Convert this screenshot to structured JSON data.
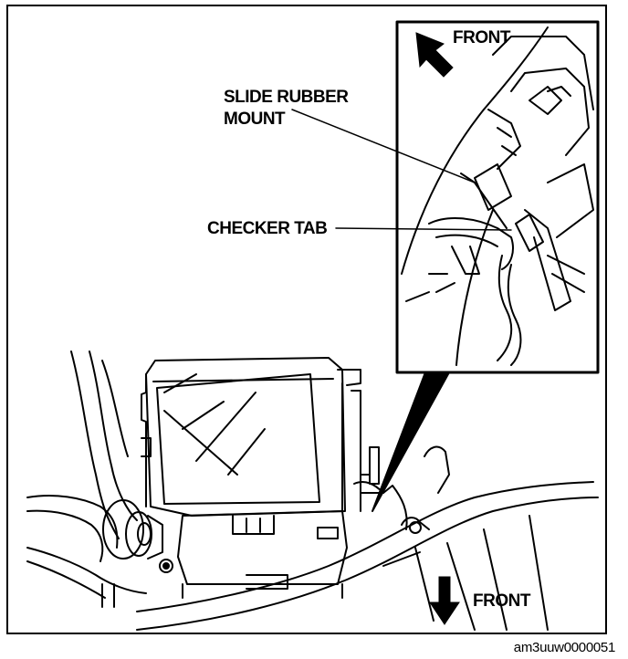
{
  "labels": {
    "front_top": "FRONT",
    "slide_rubber_mount_line1": "SLIDE RUBBER",
    "slide_rubber_mount_line2": "MOUNT",
    "checker_tab": "CHECKER TAB",
    "front_bottom": "FRONT"
  },
  "figure_code": "am3uuw0000051",
  "colors": {
    "ink": "#000000",
    "paper": "#ffffff"
  }
}
